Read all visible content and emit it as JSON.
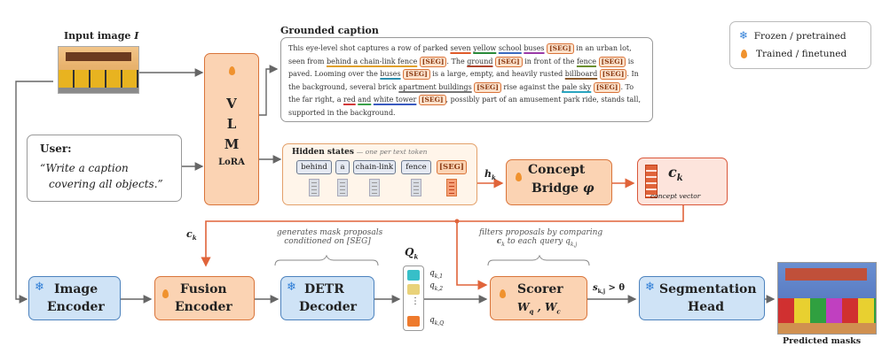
{
  "input": {
    "title": "Input image",
    "symbol": "I"
  },
  "user": {
    "label": "User:",
    "prompt_line1": "“Write a caption",
    "prompt_line2": "covering all objects.”"
  },
  "vlm": {
    "letters": [
      "V",
      "L",
      "M"
    ],
    "sub": "LoRA"
  },
  "caption": {
    "title": "Grounded caption",
    "seg_label": "[SEG]"
  },
  "hidden": {
    "title": "Hidden states",
    "note": "— one per text token",
    "tokens": [
      "behind",
      "a",
      "chain-link",
      "fence",
      "[SEG]"
    ]
  },
  "h_label": {
    "main": "h",
    "sub": "k"
  },
  "concept_bridge": {
    "line1": "Concept",
    "line2": "Bridge",
    "symbol": "φ"
  },
  "concept_vector": {
    "main": "c",
    "sub": "k",
    "label": "concept vector"
  },
  "ck_left": {
    "main": "c",
    "sub": "k"
  },
  "image_encoder": {
    "line1": "Image",
    "line2": "Encoder"
  },
  "fusion_encoder": {
    "line1": "Fusion",
    "line2": "Encoder"
  },
  "detr_decoder": {
    "line1": "DETR",
    "line2": "Decoder"
  },
  "detr_note": {
    "line1": "generates mask proposals",
    "line2": "conditioned on [SEG]"
  },
  "queries": {
    "main": "Q",
    "sub": "k",
    "q1": "q",
    "q1sub": "k,1",
    "q2": "q",
    "q2sub": "k,2",
    "qQ": "q",
    "qQsub": "k,Q",
    "dots": "⋮"
  },
  "scorer": {
    "title": "Scorer",
    "params": "W",
    "p1sub": "q",
    "sep": " , ",
    "p2sub": "c"
  },
  "scorer_note": {
    "line1": "filters proposals by comparing",
    "pre": "c",
    "presub": "k",
    "mid": " to each query ",
    "post": "q",
    "postsub": "k,j"
  },
  "score_label": {
    "main": "s",
    "sub": "k,j",
    "rest": " > θ"
  },
  "seg_head": {
    "line1": "Segmentation",
    "line2": "Head"
  },
  "predicted": {
    "label": "Predicted masks"
  },
  "legend": {
    "frozen": "Frozen / pretrained",
    "trained": "Trained / finetuned"
  },
  "colors": {
    "orange_fill": "#fbd3b3",
    "orange_stroke": "#d9743a",
    "blue_fill": "#cfe3f6",
    "blue_stroke": "#4c82bd",
    "arrow_orange": "#e0643a",
    "arrow_gray": "#666666"
  }
}
